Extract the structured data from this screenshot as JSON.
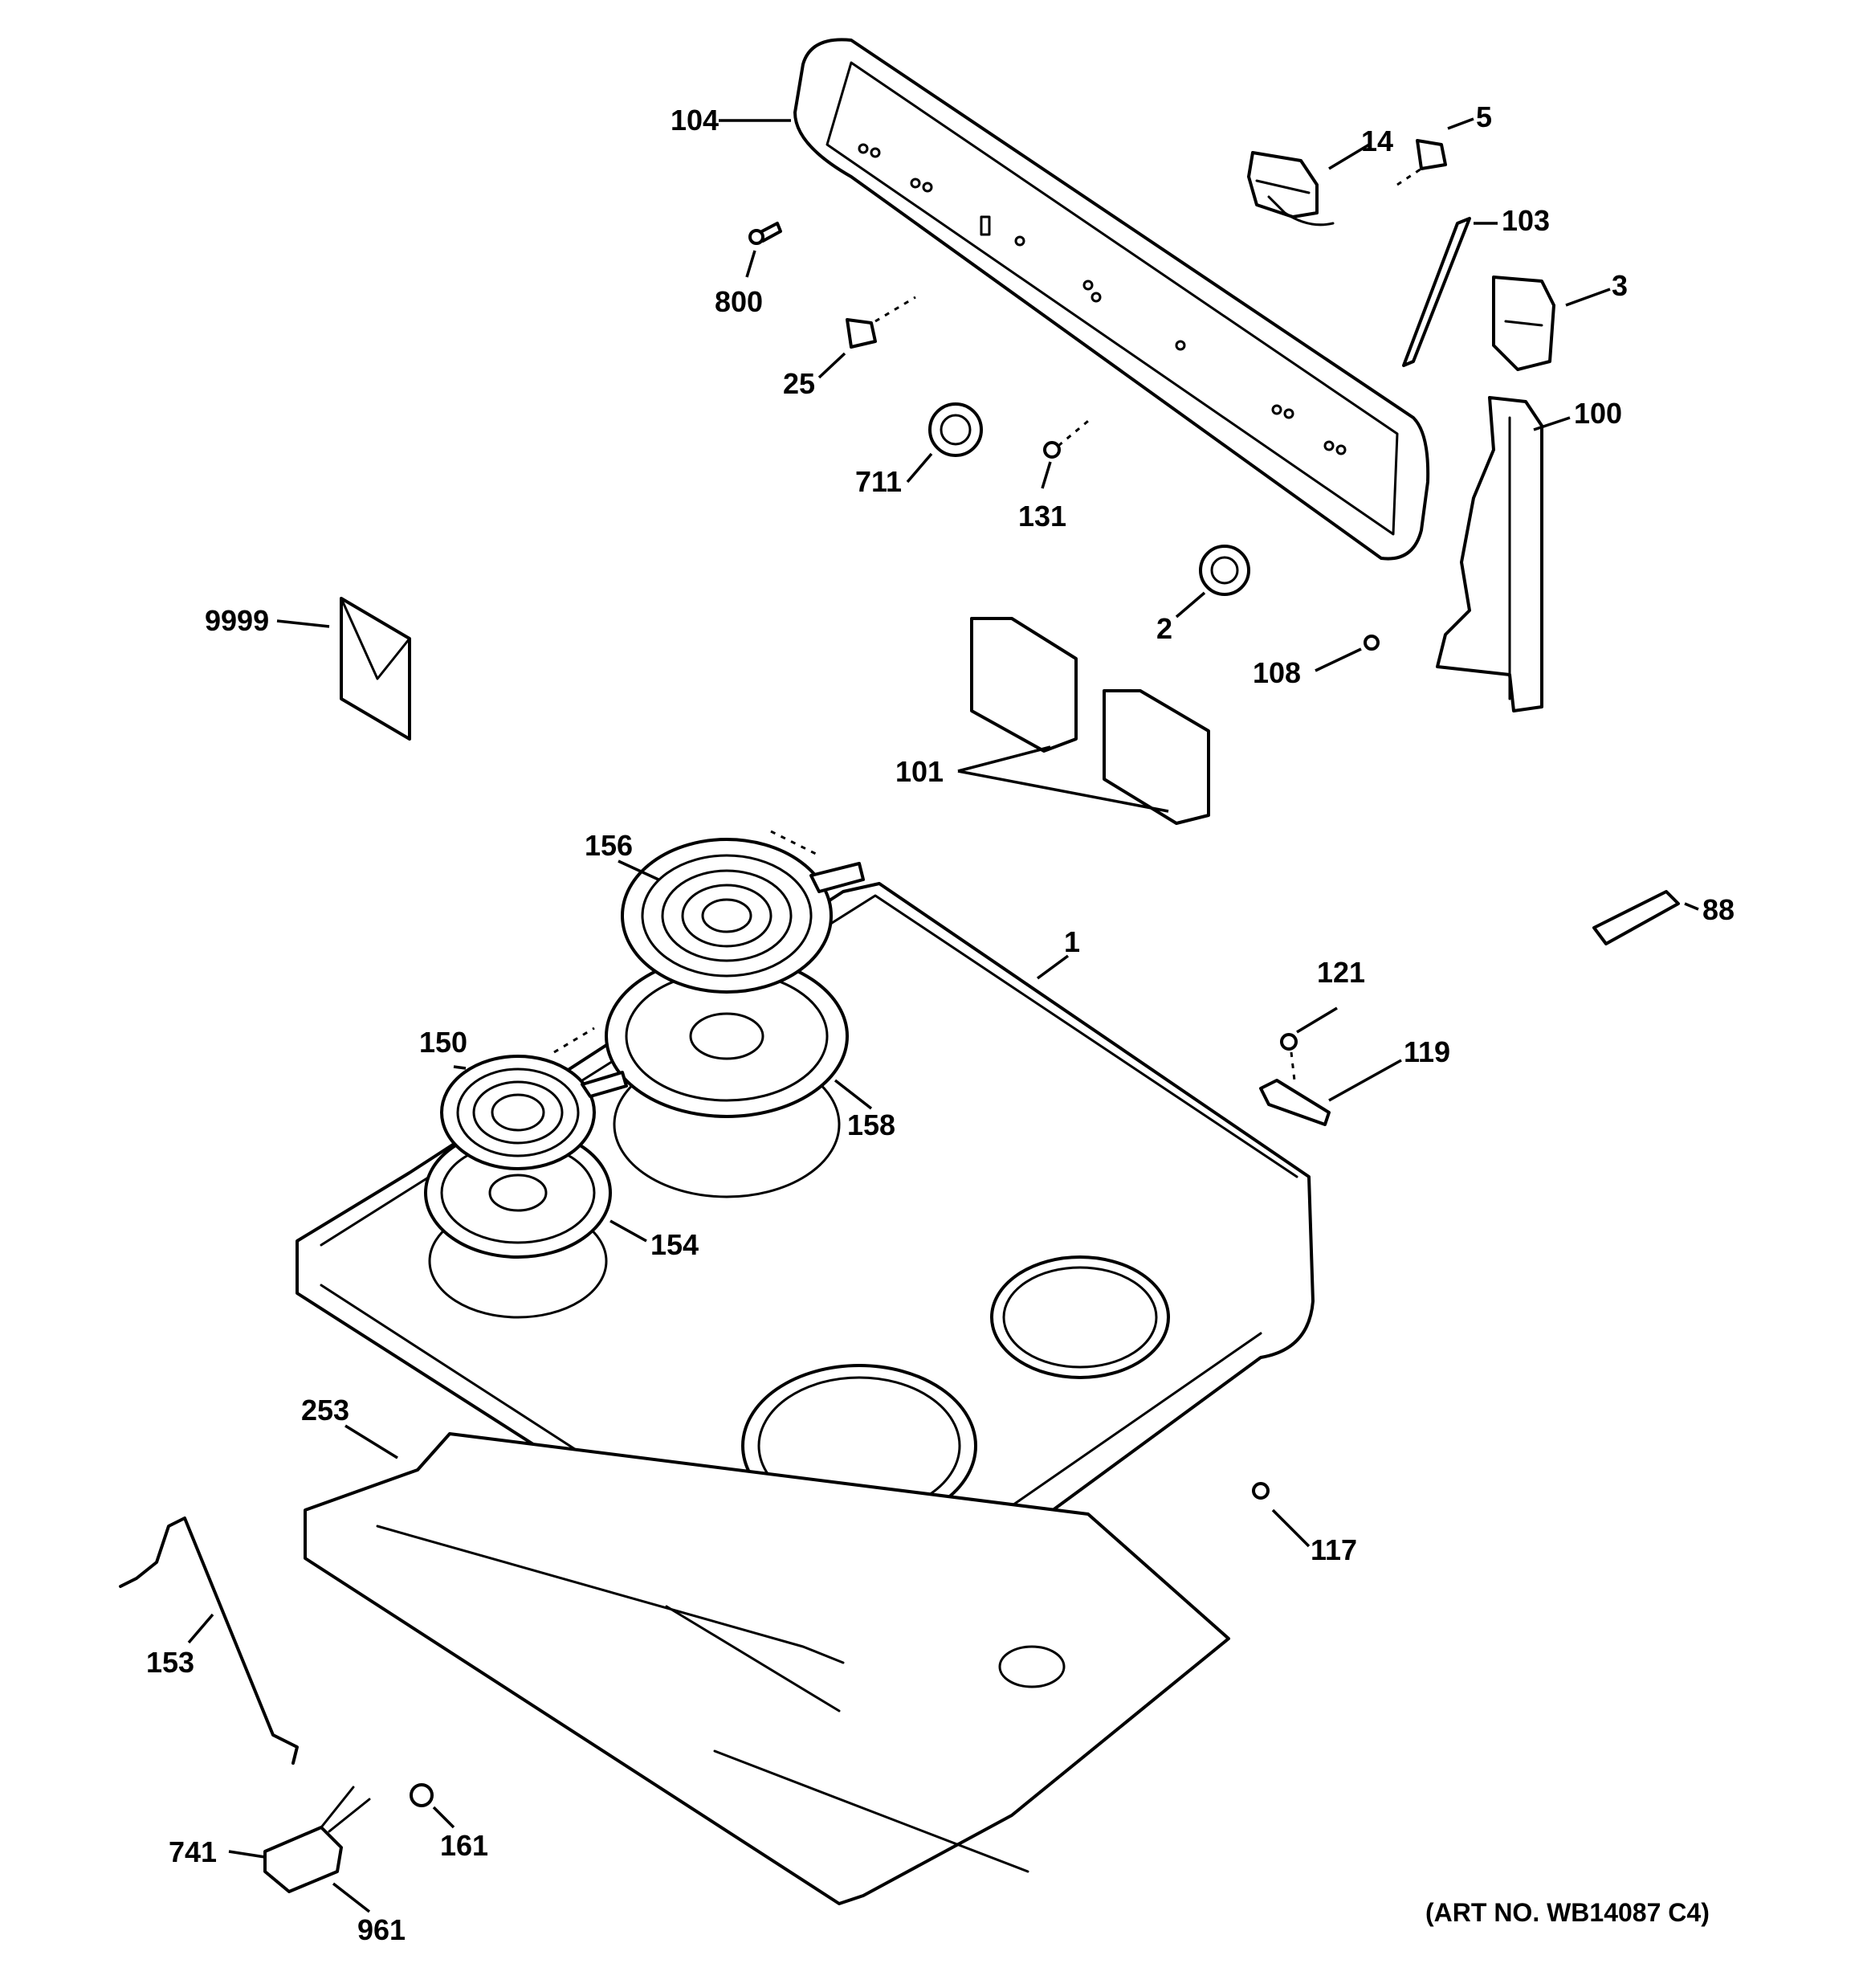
{
  "art_number": "(ART NO. WB14087 C4)",
  "callouts": {
    "p104": "104",
    "p14": "14",
    "p5": "5",
    "p103": "103",
    "p3": "3",
    "p800": "800",
    "p25": "25",
    "p711": "711",
    "p131": "131",
    "p100": "100",
    "p9999": "9999",
    "p2": "2",
    "p108": "108",
    "p101": "101",
    "p156": "156",
    "p88": "88",
    "p1": "1",
    "p121": "121",
    "p150": "150",
    "p119": "119",
    "p158": "158",
    "p154": "154",
    "p253": "253",
    "p117": "117",
    "p153": "153",
    "p741": "741",
    "p161": "161",
    "p961": "961"
  }
}
